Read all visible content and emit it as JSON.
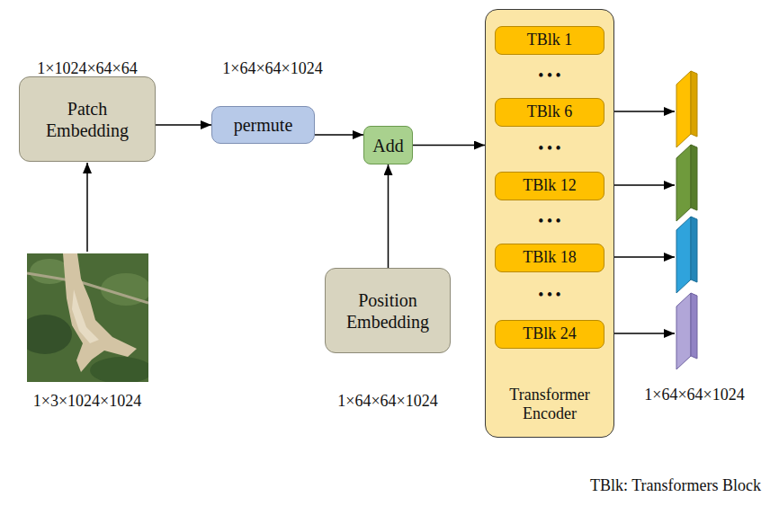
{
  "diagram": {
    "nodes": [
      {
        "text": [
          "Patch Embedding"
        ]
      },
      {
        "text": [
          "permute"
        ]
      },
      {
        "text": [
          "Add"
        ]
      },
      {
        "text": [
          "Transformer Encoder"
        ]
      },
      {
        "text": [
          "TBlk 1"
        ],
        "in": 3
      },
      {
        "text": [
          "TBlk 6"
        ],
        "in": 3
      },
      {
        "text": [
          "TBlk 12"
        ],
        "in": 3
      },
      {
        "text": [
          "TBlk 18"
        ],
        "in": 3
      },
      {
        "text": [
          "TBlk 24"
        ],
        "in": 3
      },
      {
        "text": [
          "Position Embedding"
        ]
      }
    ],
    "edges": [
      {
        "from": 0,
        "to": 1,
        "arrow": "to"
      },
      {
        "from": 1,
        "to": 2,
        "arrow": "to"
      },
      {
        "from": 9,
        "to": 2,
        "arrow": "to"
      },
      {
        "from": 2,
        "to": 3,
        "arrow": "to"
      }
    ],
    "labels": [
      "1×1024×64×64",
      "1×64×64×1024",
      "1×3×1024×1024",
      "1×64×64×1024",
      "1×64×64×1024",
      "TBlk: Transformers Block",
      "• • •",
      "• • •",
      "• • •",
      "• • •"
    ]
  }
}
